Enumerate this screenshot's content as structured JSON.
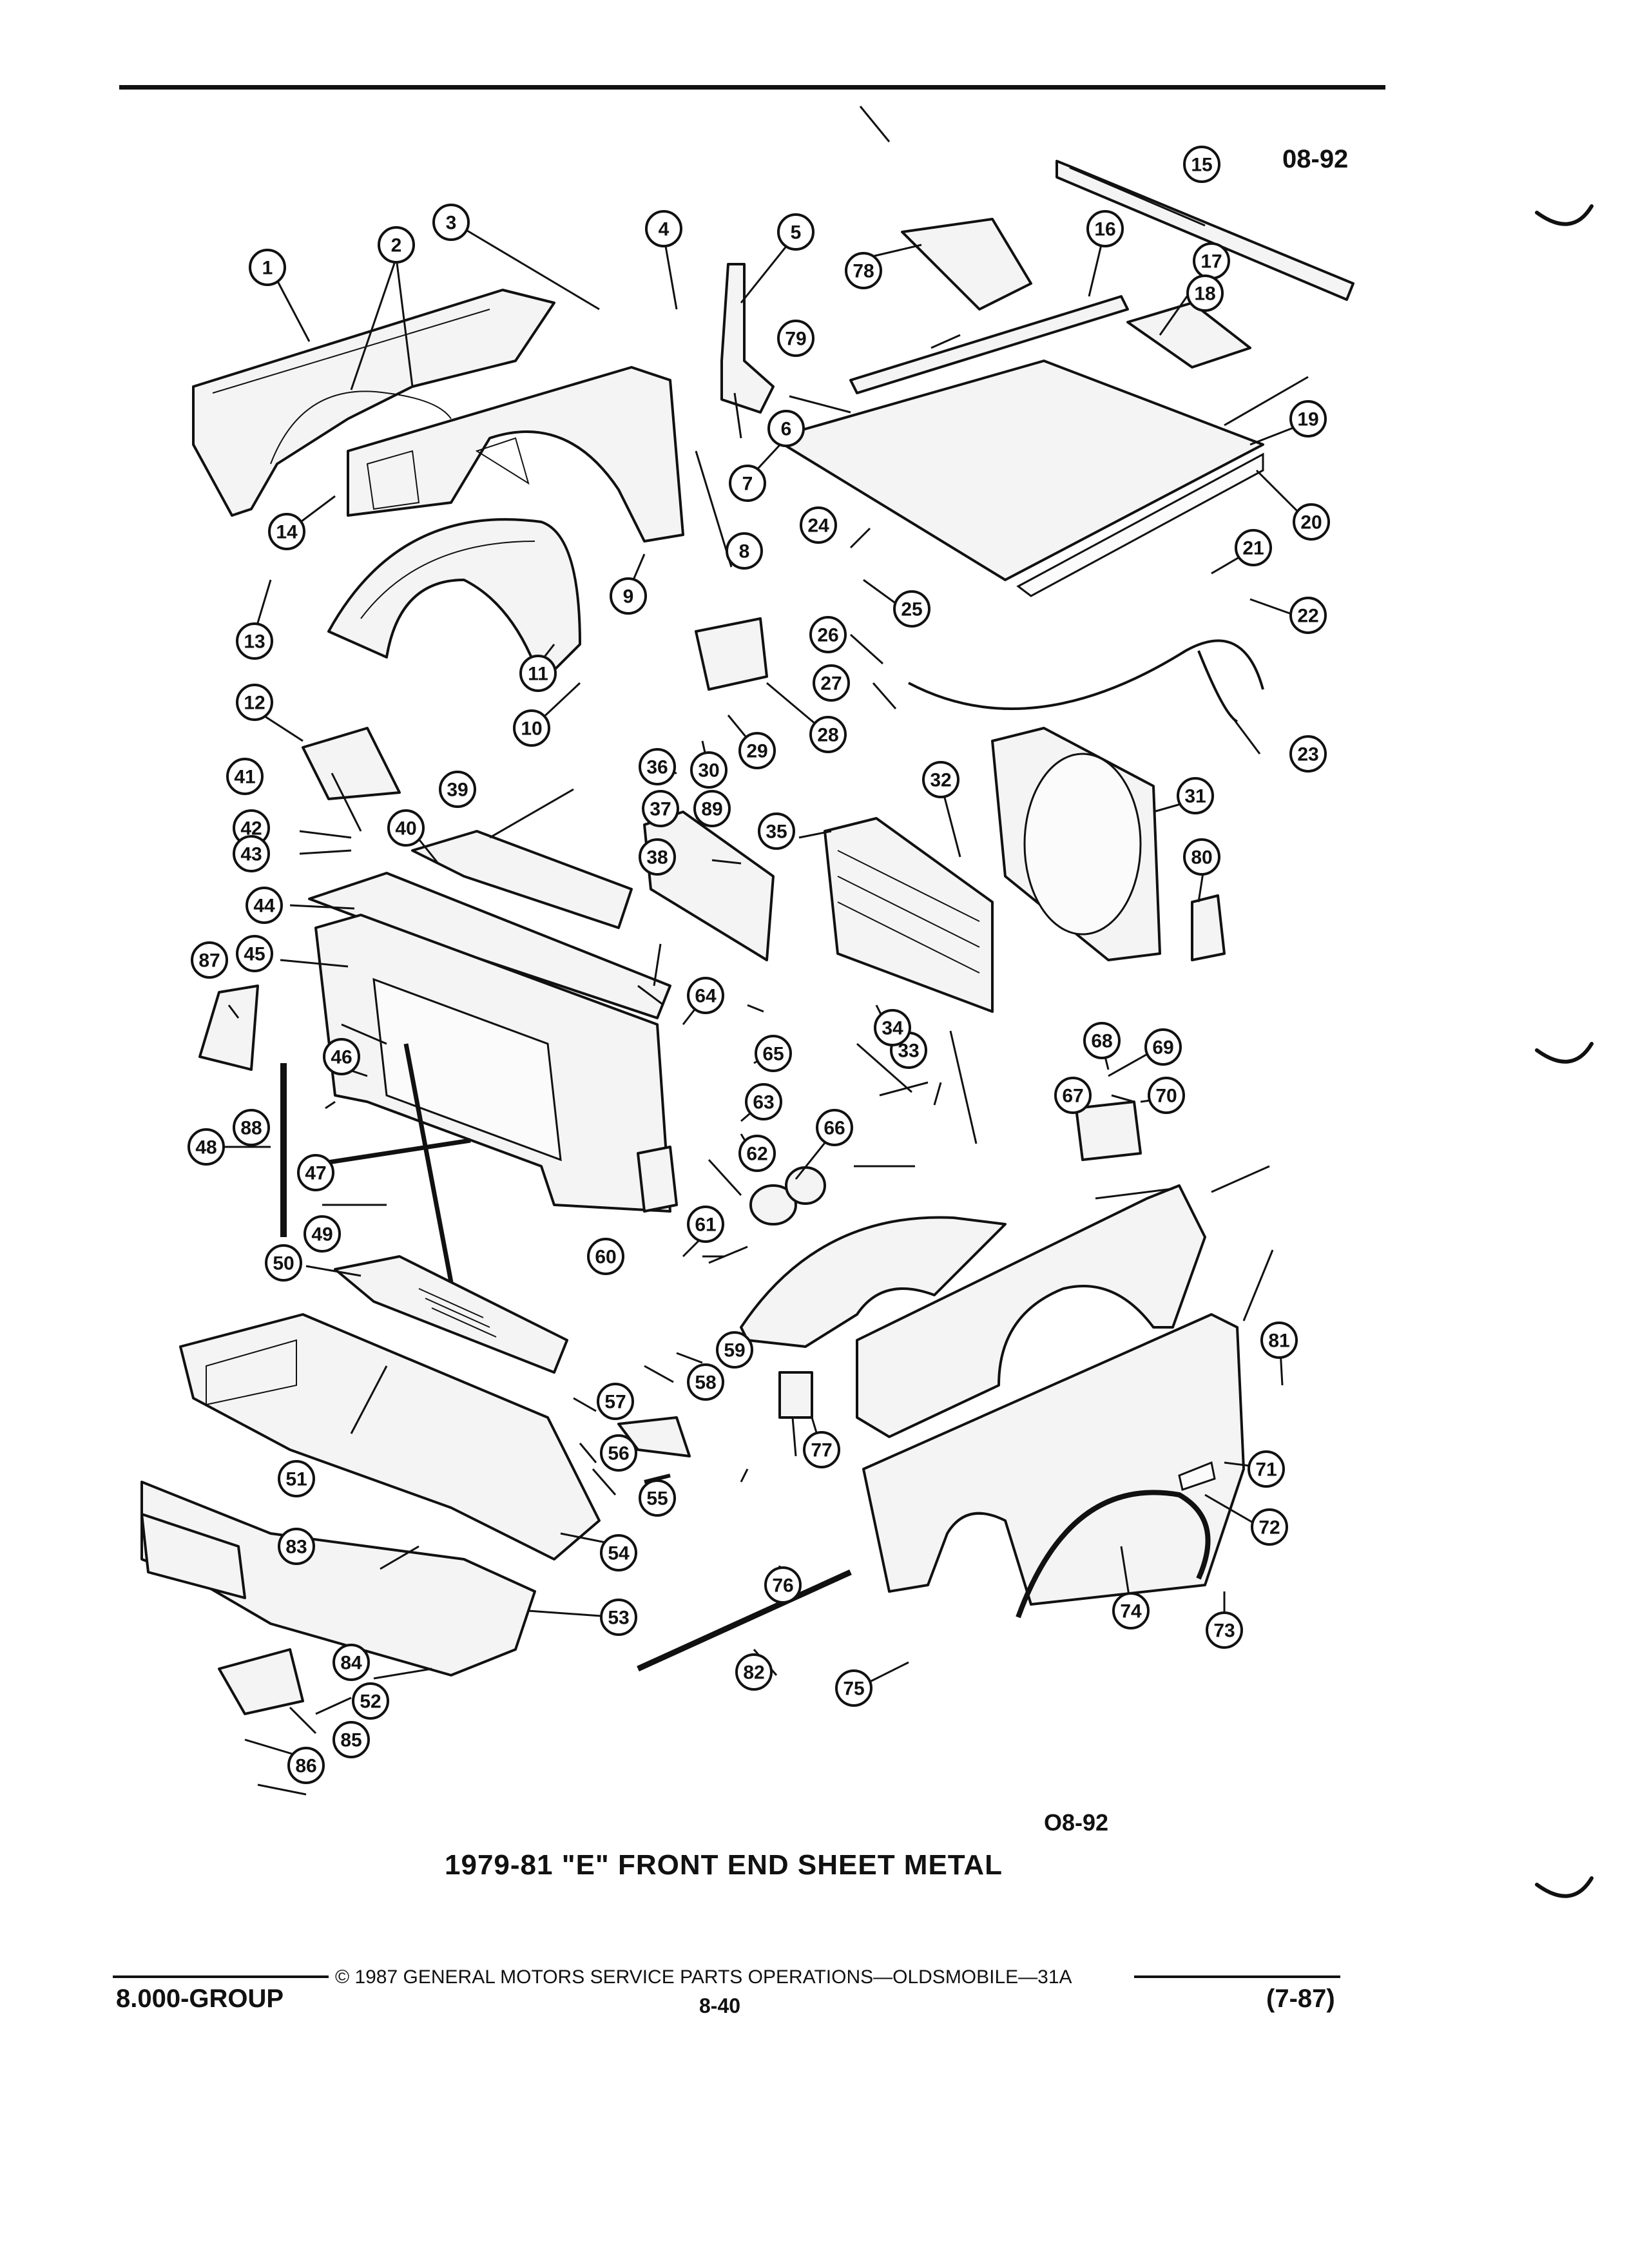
{
  "header": {
    "diagram_code_top": "08-92"
  },
  "figure": {
    "diagram_code_bottom": "O8-92",
    "title": "1979-81 \"E\" FRONT END SHEET METAL"
  },
  "footer": {
    "copyright": "© 1987 GENERAL MOTORS SERVICE PARTS OPERATIONS—OLDSMOBILE—31A",
    "group": "8.000-GROUP",
    "page_number": "8-40",
    "date": "(7-87)"
  },
  "callouts": [
    "1",
    "2",
    "3",
    "4",
    "5",
    "6",
    "7",
    "8",
    "9",
    "10",
    "11",
    "12",
    "13",
    "14",
    "15",
    "16",
    "17",
    "18",
    "19",
    "20",
    "21",
    "22",
    "23",
    "24",
    "25",
    "26",
    "27",
    "28",
    "29",
    "30",
    "31",
    "32",
    "33",
    "34",
    "35",
    "36",
    "37",
    "38",
    "39",
    "40",
    "41",
    "42",
    "43",
    "44",
    "45",
    "46",
    "47",
    "48",
    "49",
    "50",
    "51",
    "52",
    "53",
    "54",
    "55",
    "56",
    "57",
    "58",
    "59",
    "60",
    "61",
    "62",
    "63",
    "64",
    "65",
    "66",
    "67",
    "68",
    "69",
    "70",
    "71",
    "72",
    "73",
    "74",
    "75",
    "76",
    "77",
    "78",
    "79",
    "80",
    "81",
    "82",
    "83",
    "84",
    "85",
    "86",
    "87",
    "88",
    "89"
  ],
  "icons": [
    "binding-mark-icon"
  ]
}
